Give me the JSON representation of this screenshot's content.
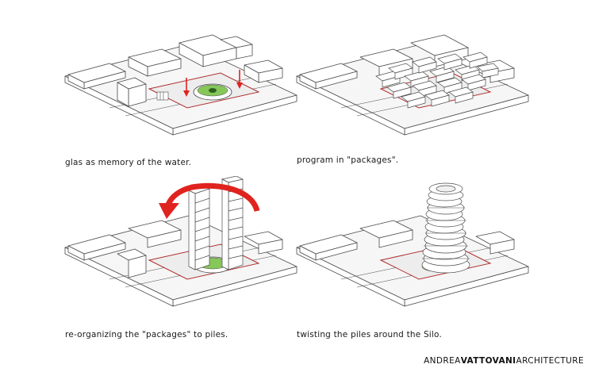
{
  "captions": {
    "panel1": "glas as memory of the water.",
    "panel2": "program in \"packages\".",
    "panel3": "re-organizing the \"packages\" to piles.",
    "panel4": "twisting the piles around the Silo."
  },
  "brand": {
    "part1": "ANDREA",
    "part2": "VATTOVANI",
    "part3": "ARCHITECTURE"
  },
  "colors": {
    "line": "#4a4a4a",
    "site_outline": "#b03030",
    "green": "#86c75a",
    "arrow_red": "#e0231e",
    "building_fill": "#ffffff",
    "ground_fill": "#f2f2f2"
  }
}
